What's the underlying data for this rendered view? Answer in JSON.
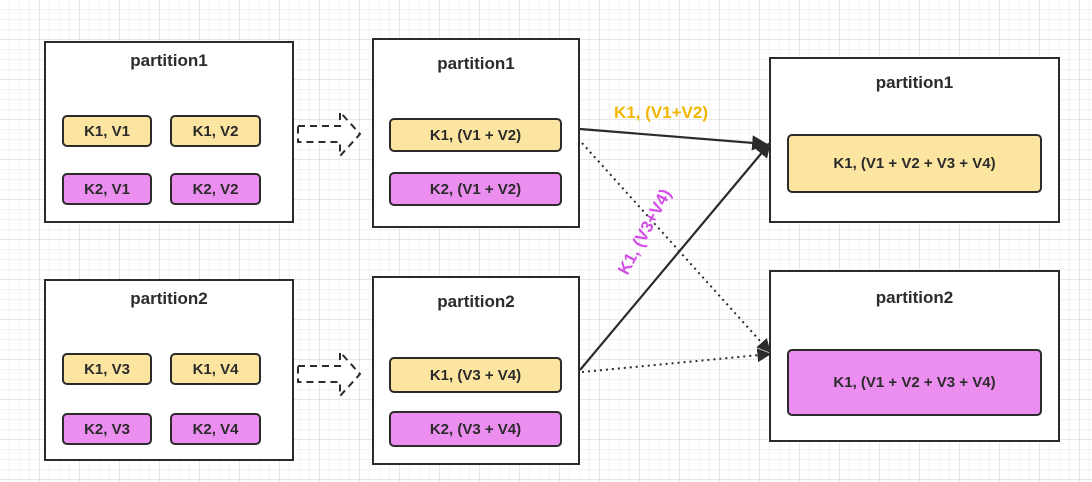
{
  "colors": {
    "yellow_fill": "#fce5a0",
    "purple_fill": "#ec8ef0",
    "yellow_label": "#f2b705",
    "purple_label": "#d34de6",
    "stroke": "#2b2b2b"
  },
  "stage1": {
    "p1": {
      "title": "partition1",
      "items": [
        "K1, V1",
        "K1, V2",
        "K2, V1",
        "K2, V2"
      ]
    },
    "p2": {
      "title": "partition2",
      "items": [
        "K1, V3",
        "K1, V4",
        "K2, V3",
        "K2, V4"
      ]
    }
  },
  "stage2": {
    "p1": {
      "title": "partition1",
      "items": [
        "K1, (V1 + V2)",
        "K2, (V1 + V2)"
      ]
    },
    "p2": {
      "title": "partition2",
      "items": [
        "K1, (V3 + V4)",
        "K2, (V3 + V4)"
      ]
    }
  },
  "stage3": {
    "p1": {
      "title": "partition1",
      "item": "K1, (V1 + V2 + V3 + V4)"
    },
    "p2": {
      "title": "partition2",
      "item": "K1, (V1 + V2 + V3 + V4)"
    }
  },
  "edge_labels": {
    "solid_top": "K1, (V1+V2)",
    "solid_diag": "K1, (V3+V4)"
  }
}
